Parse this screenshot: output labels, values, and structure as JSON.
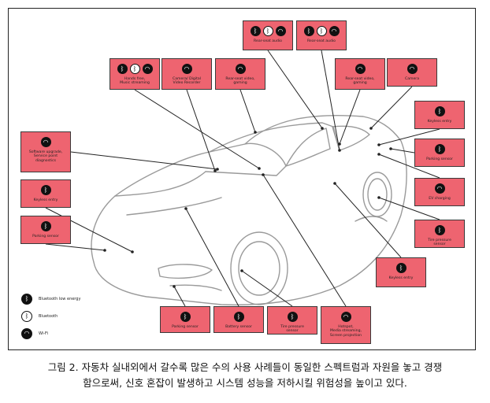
{
  "icons": {
    "bluetooth_low_energy": {
      "name": "bluetooth-low-energy-icon",
      "glyph": "ᛒ"
    },
    "bluetooth": {
      "name": "bluetooth-classic-icon",
      "glyph": "ᛒ"
    },
    "wifi": {
      "name": "wifi-icon",
      "glyph": "◠"
    }
  },
  "colors": {
    "tag_fill": "#ee6470",
    "outline": "#9a9a9a",
    "leader": "#222222"
  },
  "tags": [
    {
      "id": "rear-seat-audio-1",
      "label": "Rear-seat audio",
      "icons": [
        "bluetooth_low_energy",
        "bluetooth",
        "wifi"
      ]
    },
    {
      "id": "rear-seat-audio-2",
      "label": "Rear-seat audio",
      "icons": [
        "bluetooth_low_energy",
        "bluetooth",
        "wifi"
      ]
    },
    {
      "id": "hands-free",
      "label": "Hands free,\nMusic streaming",
      "icons": [
        "bluetooth_low_energy",
        "bluetooth",
        "wifi"
      ]
    },
    {
      "id": "camera-dvr",
      "label": "Camera/ Digital\nVideo Recorder",
      "icons": [
        "wifi"
      ]
    },
    {
      "id": "rear-seat-video-1",
      "label": "Rear-seat video,\ngaming",
      "icons": [
        "wifi"
      ]
    },
    {
      "id": "rear-seat-video-2",
      "label": "Rear-seat video,\ngaming",
      "icons": [
        "wifi"
      ]
    },
    {
      "id": "camera",
      "label": "Camera",
      "icons": [
        "wifi"
      ]
    },
    {
      "id": "keyless-entry-right",
      "label": "Keyless entry",
      "icons": [
        "bluetooth_low_energy"
      ]
    },
    {
      "id": "parking-sensor-right",
      "label": "Parking sensor",
      "icons": [
        "bluetooth_low_energy"
      ]
    },
    {
      "id": "ev-charging",
      "label": "EV charging",
      "icons": [
        "wifi"
      ]
    },
    {
      "id": "tire-pressure-right",
      "label": "Tire pressure\nsensor",
      "icons": [
        "bluetooth_low_energy"
      ]
    },
    {
      "id": "keyless-entry-bottom",
      "label": "Keyless entry",
      "icons": [
        "bluetooth_low_energy"
      ]
    },
    {
      "id": "software-upgrade",
      "label": "Software upgrade,\nService point\ndiagnostics",
      "icons": [
        "wifi"
      ]
    },
    {
      "id": "keyless-entry-left",
      "label": "Keyless entry",
      "icons": [
        "bluetooth_low_energy"
      ]
    },
    {
      "id": "parking-sensor-left",
      "label": "Parking sensor",
      "icons": [
        "bluetooth_low_energy"
      ]
    },
    {
      "id": "parking-sensor-bottom",
      "label": "Parking sensor",
      "icons": [
        "bluetooth_low_energy"
      ]
    },
    {
      "id": "battery-sensor",
      "label": "Battery sensor",
      "icons": [
        "bluetooth_low_energy"
      ]
    },
    {
      "id": "tire-pressure-bottom",
      "label": "Tire pressure\nsensor",
      "icons": [
        "bluetooth_low_energy"
      ]
    },
    {
      "id": "hotspot",
      "label": "Hotspot,\nMedia streaming,\nScreen projection",
      "icons": [
        "wifi"
      ]
    }
  ],
  "legend": [
    {
      "icon": "bluetooth_low_energy",
      "label": "Bluetooth low energy"
    },
    {
      "icon": "bluetooth",
      "label": "Bluetooth"
    },
    {
      "icon": "wifi",
      "label": "Wi-Fi"
    }
  ],
  "caption": {
    "line1": "그림 2. 자동차 실내외에서 갈수록 많은 수의 사용 사례들이 동일한 스펙트럼과 자원을 놓고 경쟁",
    "line2": "함으로써, 신호 혼잡이 발생하고 시스템 성능을 저하시킬 위험성을 높이고 있다."
  }
}
